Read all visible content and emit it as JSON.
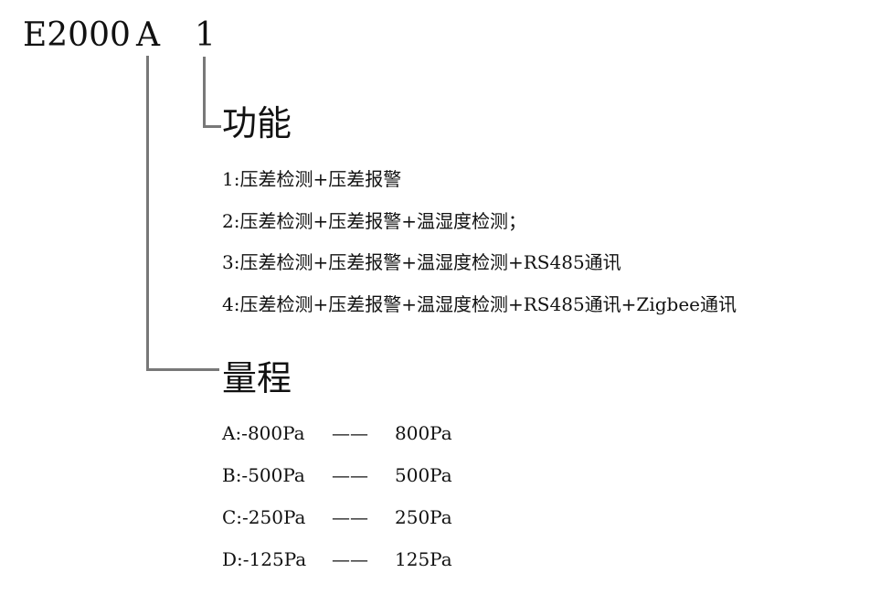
{
  "model_code": {
    "base": "E2000",
    "range_code": "A",
    "function_code": "1"
  },
  "function_section": {
    "heading": "功能",
    "items": [
      "1:压差检测+压差报警",
      "2:压差检测+压差报警+温湿度检测；",
      "3:压差检测+压差报警+温湿度检测+RS485通讯",
      "4:压差检测+压差报警+温湿度检测+RS485通讯+Zigbee通讯"
    ]
  },
  "range_section": {
    "heading": "量程",
    "items": [
      {
        "code": "A:-800Pa",
        "sep": "——",
        "max": "800Pa"
      },
      {
        "code": "B:-500Pa",
        "sep": "——",
        "max": "500Pa"
      },
      {
        "code": "C:-250Pa",
        "sep": "——",
        "max": "250Pa"
      },
      {
        "code": "D:-125Pa",
        "sep": "——",
        "max": "125Pa"
      }
    ]
  },
  "colors": {
    "text": "#111111",
    "connector_line": "#787878"
  }
}
